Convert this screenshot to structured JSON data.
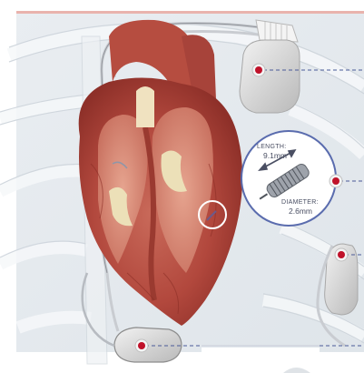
{
  "figure": {
    "inset": {
      "length_label": "LENGTH:",
      "length_value": "9.1mm",
      "diameter_label": "DIAMETER:",
      "diameter_value": "2.6mm"
    },
    "colors": {
      "marker": "#c0122a",
      "leader": "#4a5a98",
      "inset_ring": "#5a6cae",
      "device": "#d3d3d3"
    }
  }
}
